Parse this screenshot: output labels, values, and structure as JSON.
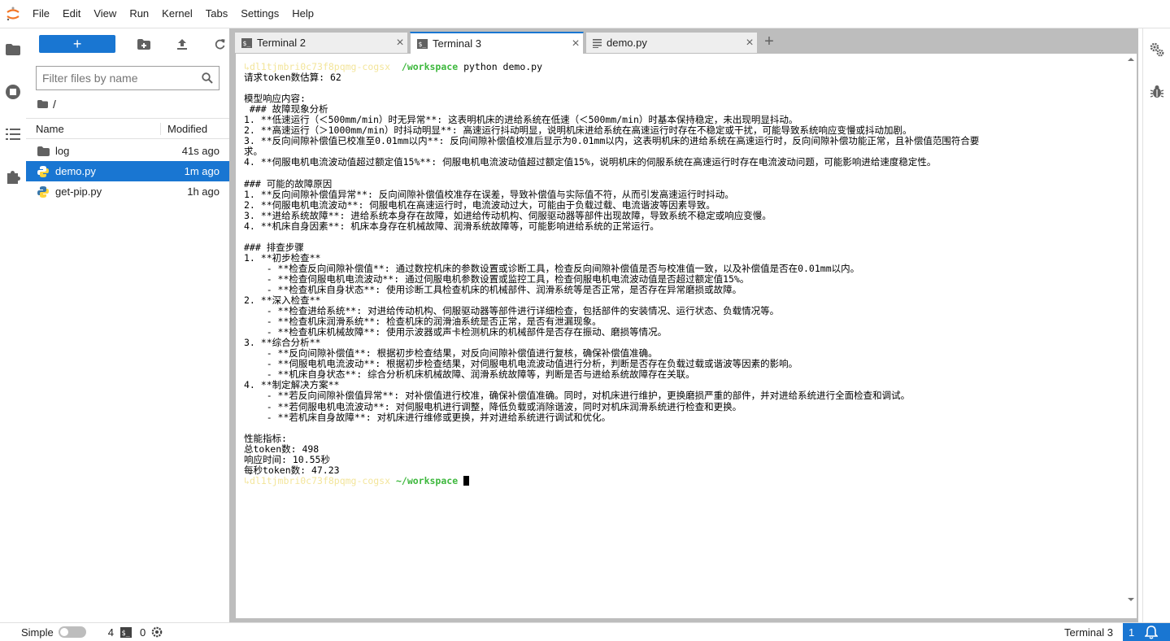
{
  "menu": [
    "File",
    "Edit",
    "View",
    "Run",
    "Kernel",
    "Tabs",
    "Settings",
    "Help"
  ],
  "filebrowser": {
    "filter_placeholder": "Filter files by name",
    "breadcrumb": "/",
    "col_name": "Name",
    "col_modified": "Modified",
    "files": [
      {
        "name": "log",
        "modified": "41s ago",
        "kind": "folder"
      },
      {
        "name": "demo.py",
        "modified": "1m ago",
        "kind": "python",
        "selected": true
      },
      {
        "name": "get-pip.py",
        "modified": "1h ago",
        "kind": "python"
      }
    ]
  },
  "tabs": [
    {
      "label": "Terminal 2",
      "kind": "terminal"
    },
    {
      "label": "Terminal 3",
      "kind": "terminal",
      "active": true
    },
    {
      "label": "demo.py",
      "kind": "file"
    }
  ],
  "terminal": {
    "prompt_user": "dl1tjmbri0c73f8pqmg-cogsx",
    "prompt_dir": "/workspace",
    "prompt_dir_home": "~/workspace",
    "command": "python demo.py",
    "output": "请求token数估算: 62\n\n模型响应内容:\n ### 故障现象分析\n1. **低速运行（＜500mm/min）时无异常**: 这表明机床的进给系统在低速（＜500mm/min）时基本保持稳定，未出现明显抖动。\n2. **高速运行（＞1000mm/min）时抖动明显**: 高速运行抖动明显，说明机床进给系统在高速运行时存在不稳定或干扰，可能导致系统响应变慢或抖动加剧。\n3. **反向间隙补偿值已校准至0.01mm以内**: 反向间隙补偿值校准后显示为0.01mm以内，这表明机床的进给系统在高速运行时，反向间隙补偿功能正常，且补偿值范围符合要\n求。\n4. **伺服电机电流波动值超过额定值15%**: 伺服电机电流波动值超过额定值15%，说明机床的伺服系统在高速运行时存在电流波动问题，可能影响进给速度稳定性。\n\n### 可能的故障原因\n1. **反向间隙补偿值异常**: 反向间隙补偿值校准存在误差，导致补偿值与实际值不符，从而引发高速运行时抖动。\n2. **伺服电机电流波动**: 伺服电机在高速运行时，电流波动过大，可能由于负载过载、电流谐波等因素导致。\n3. **进给系统故障**: 进给系统本身存在故障，如进给传动机构、伺服驱动器等部件出现故障，导致系统不稳定或响应变慢。\n4. **机床自身因素**: 机床本身存在机械故障、润滑系统故障等，可能影响进给系统的正常运行。\n\n### 排查步骤\n1. **初步检查**\n    - **检查反向间隙补偿值**: 通过数控机床的参数设置或诊断工具，检查反向间隙补偿值是否与校准值一致，以及补偿值是否在0.01mm以内。\n    - **检查伺服电机电流波动**: 通过伺服电机参数设置或监控工具，检查伺服电机电流波动值是否超过额定值15%。\n    - **检查机床自身状态**: 使用诊断工具检查机床的机械部件、润滑系统等是否正常，是否存在异常磨损或故障。\n2. **深入检查**\n    - **检查进给系统**: 对进给传动机构、伺服驱动器等部件进行详细检查，包括部件的安装情况、运行状态、负载情况等。\n    - **检查机床润滑系统**: 检查机床的润滑油系统是否正常，是否有泄漏现象。\n    - **检查机床机械故障**: 使用示波器或声卡检测机床的机械部件是否存在振动、磨损等情况。\n3. **综合分析**\n    - **反向间隙补偿值**: 根据初步检查结果，对反向间隙补偿值进行复核，确保补偿值准确。\n    - **伺服电机电流波动**: 根据初步检查结果，对伺服电机电流波动值进行分析，判断是否存在负载过载或谐波等因素的影响。\n    - **机床自身状态**: 综合分析机床机械故障、润滑系统故障等，判断是否与进给系统故障存在关联。\n4. **制定解决方案**\n    - **若反向间隙补偿值异常**: 对补偿值进行校准，确保补偿值准确。同时，对机床进行维护，更换磨损严重的部件，并对进给系统进行全面检查和调试。\n    - **若伺服电机电流波动**: 对伺服电机进行调整，降低负载或消除谐波，同时对机床润滑系统进行检查和更换。\n    - **若机床自身故障**: 对机床进行维修或更换，并对进给系统进行调试和优化。\n\n性能指标:\n总token数: 498\n响应时间: 10.55秒\n每秒token数: 47.23"
  },
  "status": {
    "mode_label": "Simple",
    "terminals_count": "4",
    "kernels_count": "0",
    "active_tab_label": "Terminal 3",
    "notifications_count": "1"
  },
  "colors": {
    "accent": "#1976d2",
    "panel_bg": "#bdbdbd",
    "prompt_dir": "#3eb83e"
  }
}
